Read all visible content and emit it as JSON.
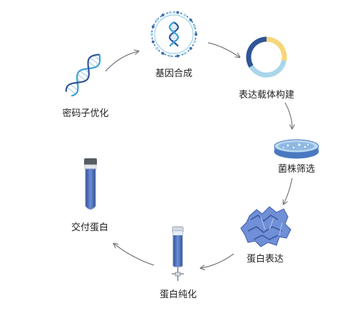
{
  "steps": [
    {
      "label": "密码子优化",
      "icon": "dna-helix-icon"
    },
    {
      "label": "基因合成",
      "icon": "dna-synthesis-circle-icon"
    },
    {
      "label": "表达载体构建",
      "icon": "plasmid-ring-icon"
    },
    {
      "label": "菌株筛选",
      "icon": "petri-dish-icon"
    },
    {
      "label": "蛋白表达",
      "icon": "protein-structure-icon"
    },
    {
      "label": "蛋白纯化",
      "icon": "purification-column-icon"
    },
    {
      "label": "交付蛋白",
      "icon": "sample-tube-icon"
    }
  ],
  "colors": {
    "blue": "#3a6fb0",
    "dark_blue": "#2f5597",
    "light_blue": "#a9d6ea",
    "yellow": "#f5d77a",
    "arrow": "#777777",
    "text": "#222222"
  }
}
